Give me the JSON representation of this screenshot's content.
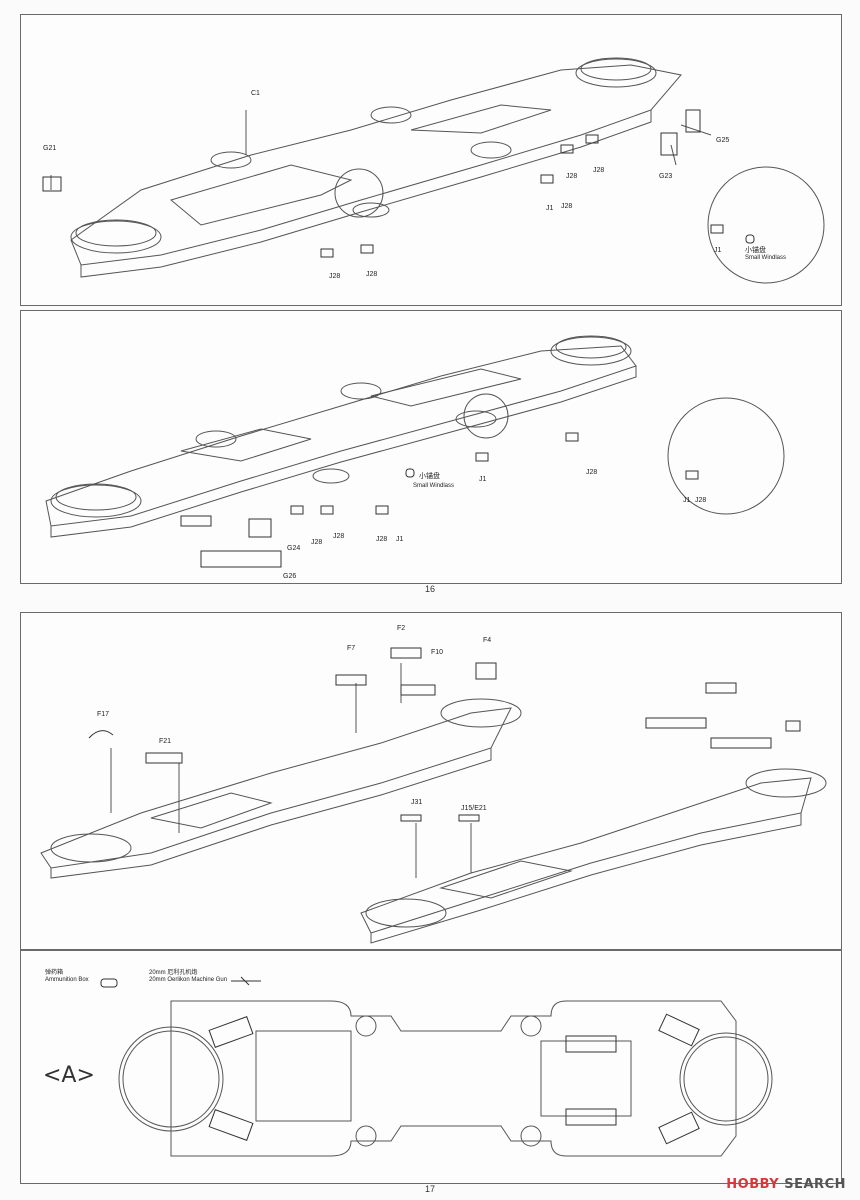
{
  "pages": [
    {
      "number": "16",
      "steps": [
        {
          "labels": [
            "C1",
            "G21",
            "G25",
            "G23",
            "J28",
            "J28",
            "J1",
            "J28",
            "J28",
            "J28",
            "J1"
          ],
          "callout": {
            "label_cn": "小锚盘",
            "label_en": "Small Windlass"
          }
        },
        {
          "labels": [
            "J28",
            "J1",
            "J28",
            "J28",
            "J28",
            "J1",
            "G24",
            "G26",
            "J1",
            "J28"
          ],
          "callout": {
            "label_cn": "小锚盘",
            "label_en": "Small Windlass"
          }
        }
      ]
    },
    {
      "number": "17",
      "steps": [
        {
          "labels": [
            "F2",
            "F7",
            "F10",
            "F4",
            "F17",
            "F21",
            "J31",
            "J15/E21"
          ]
        },
        {
          "legend": [
            {
              "label_cn": "弹药箱",
              "label_en": "Ammunition Box",
              "icon": "ammo-box-icon"
            },
            {
              "label_cn": "20mm 厄利孔机炮",
              "label_en": "20mm Oerlikon Machine Gun",
              "icon": "machine-gun-icon"
            }
          ],
          "marker": "<A>"
        }
      ]
    }
  ],
  "watermark": {
    "part1": "HOBBY",
    "part2": "SEARCH"
  },
  "colors": {
    "line": "#555555",
    "border": "#6a6a6a",
    "watermark_red": "#d8373a"
  }
}
